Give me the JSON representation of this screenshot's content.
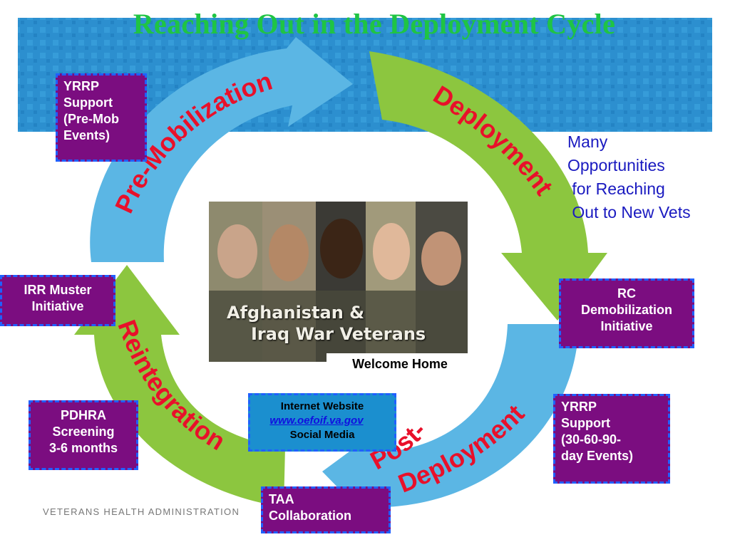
{
  "title": "Reaching Out  in the Deployment Cycle",
  "cycle": {
    "pre_mobilization": "Pre-Mobilization",
    "deployment": "Deployment",
    "post_deployment_1": "Post-",
    "post_deployment_2": "Deployment",
    "reintegration": "Reintegration"
  },
  "photo": {
    "caption_line1": "Afghanistan &",
    "caption_line2": "Iraq War Veterans",
    "welcome": "Welcome Home"
  },
  "boxes": {
    "yrrp_pre": [
      "YRRP",
      "Support",
      "(Pre-Mob",
      "Events)"
    ],
    "irr": [
      "IRR  Muster",
      "Initiative"
    ],
    "pdhra": [
      "PDHRA",
      "Screening",
      "3-6 months"
    ],
    "internet": {
      "line1": "Internet Website",
      "link": "www.oefoif.va.gov",
      "line3": "Social Media"
    },
    "taa": [
      "TAA",
      "Collaboration"
    ],
    "rc": [
      "RC",
      "Demobilization",
      "Initiative"
    ],
    "yrrp_post": [
      "YRRP",
      "Support",
      "(30-60-90-",
      "day Events)"
    ]
  },
  "note": [
    "Many",
    "Opportunities",
    " for Reaching",
    " Out to New Vets"
  ],
  "footer": "VETERANS HEALTH ADMINISTRATION",
  "colors": {
    "title_green": "#1fc444",
    "arrow_blue": "#5bb6e4",
    "arrow_green": "#8cc63f",
    "label_red": "#e8102a",
    "box_purple": "#7b0d80",
    "dash_blue": "#2060ff",
    "note_blue": "#1a1ac0"
  }
}
